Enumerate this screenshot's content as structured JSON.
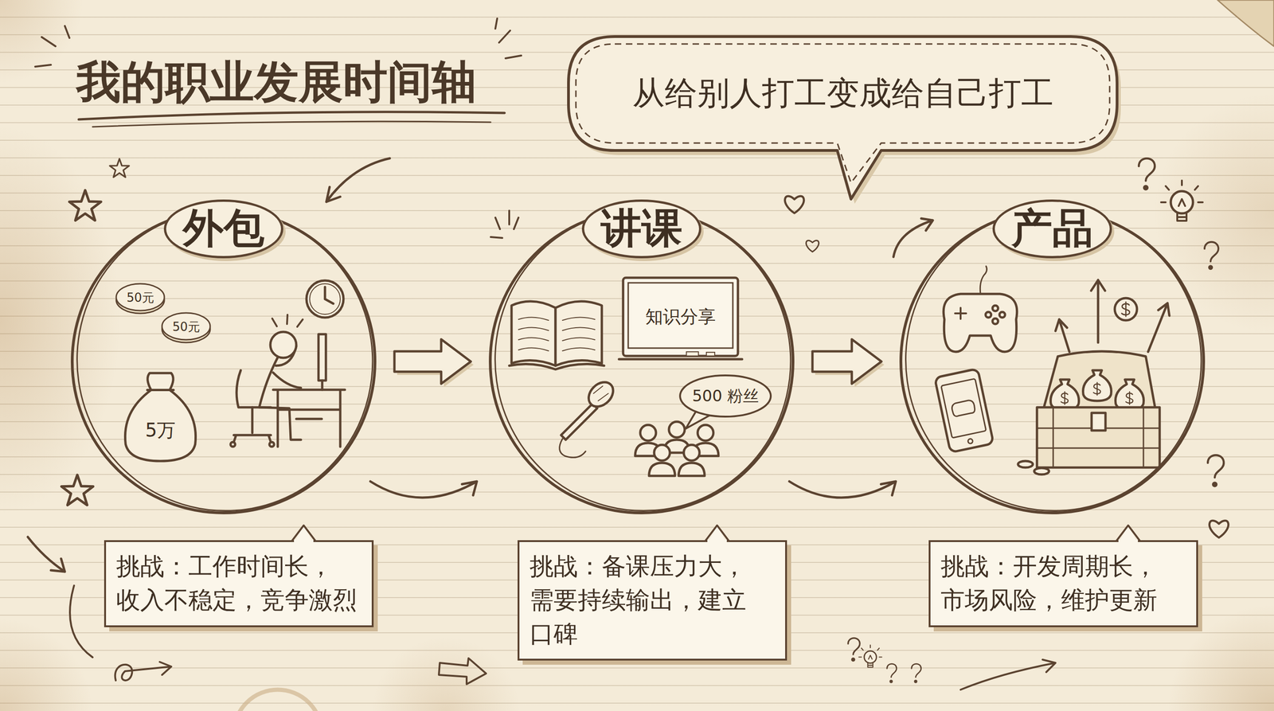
{
  "diagram": {
    "title": "我的职业发展时间轴",
    "nodes": [
      {
        "text": [
          "从给别人打工变成给自己打工"
        ]
      },
      {
        "text": [
          "外包"
        ]
      },
      {
        "text": [
          "50元"
        ],
        "in": 1
      },
      {
        "text": [
          "50元"
        ],
        "in": 1
      },
      {
        "text": [
          "5万"
        ],
        "in": 1
      },
      {
        "text": [
          "讲课"
        ]
      },
      {
        "text": [
          "知识分享"
        ],
        "in": 5
      },
      {
        "text": [
          "500 粉丝"
        ],
        "in": 5
      },
      {
        "text": [
          "产品"
        ]
      },
      {
        "text": [
          "挑战：工作时间长， 收入不稳定，竞争激烈"
        ]
      },
      {
        "text": [
          "挑战：备课压力大， 需要持续输出，建立 口碑"
        ]
      },
      {
        "text": [
          "挑战：开发周期长， 市场风险，维护更新"
        ]
      }
    ],
    "edges": [
      {
        "from": 1,
        "to": 5,
        "arrow": "to"
      },
      {
        "from": 5,
        "to": 8,
        "arrow": "to"
      }
    ]
  }
}
